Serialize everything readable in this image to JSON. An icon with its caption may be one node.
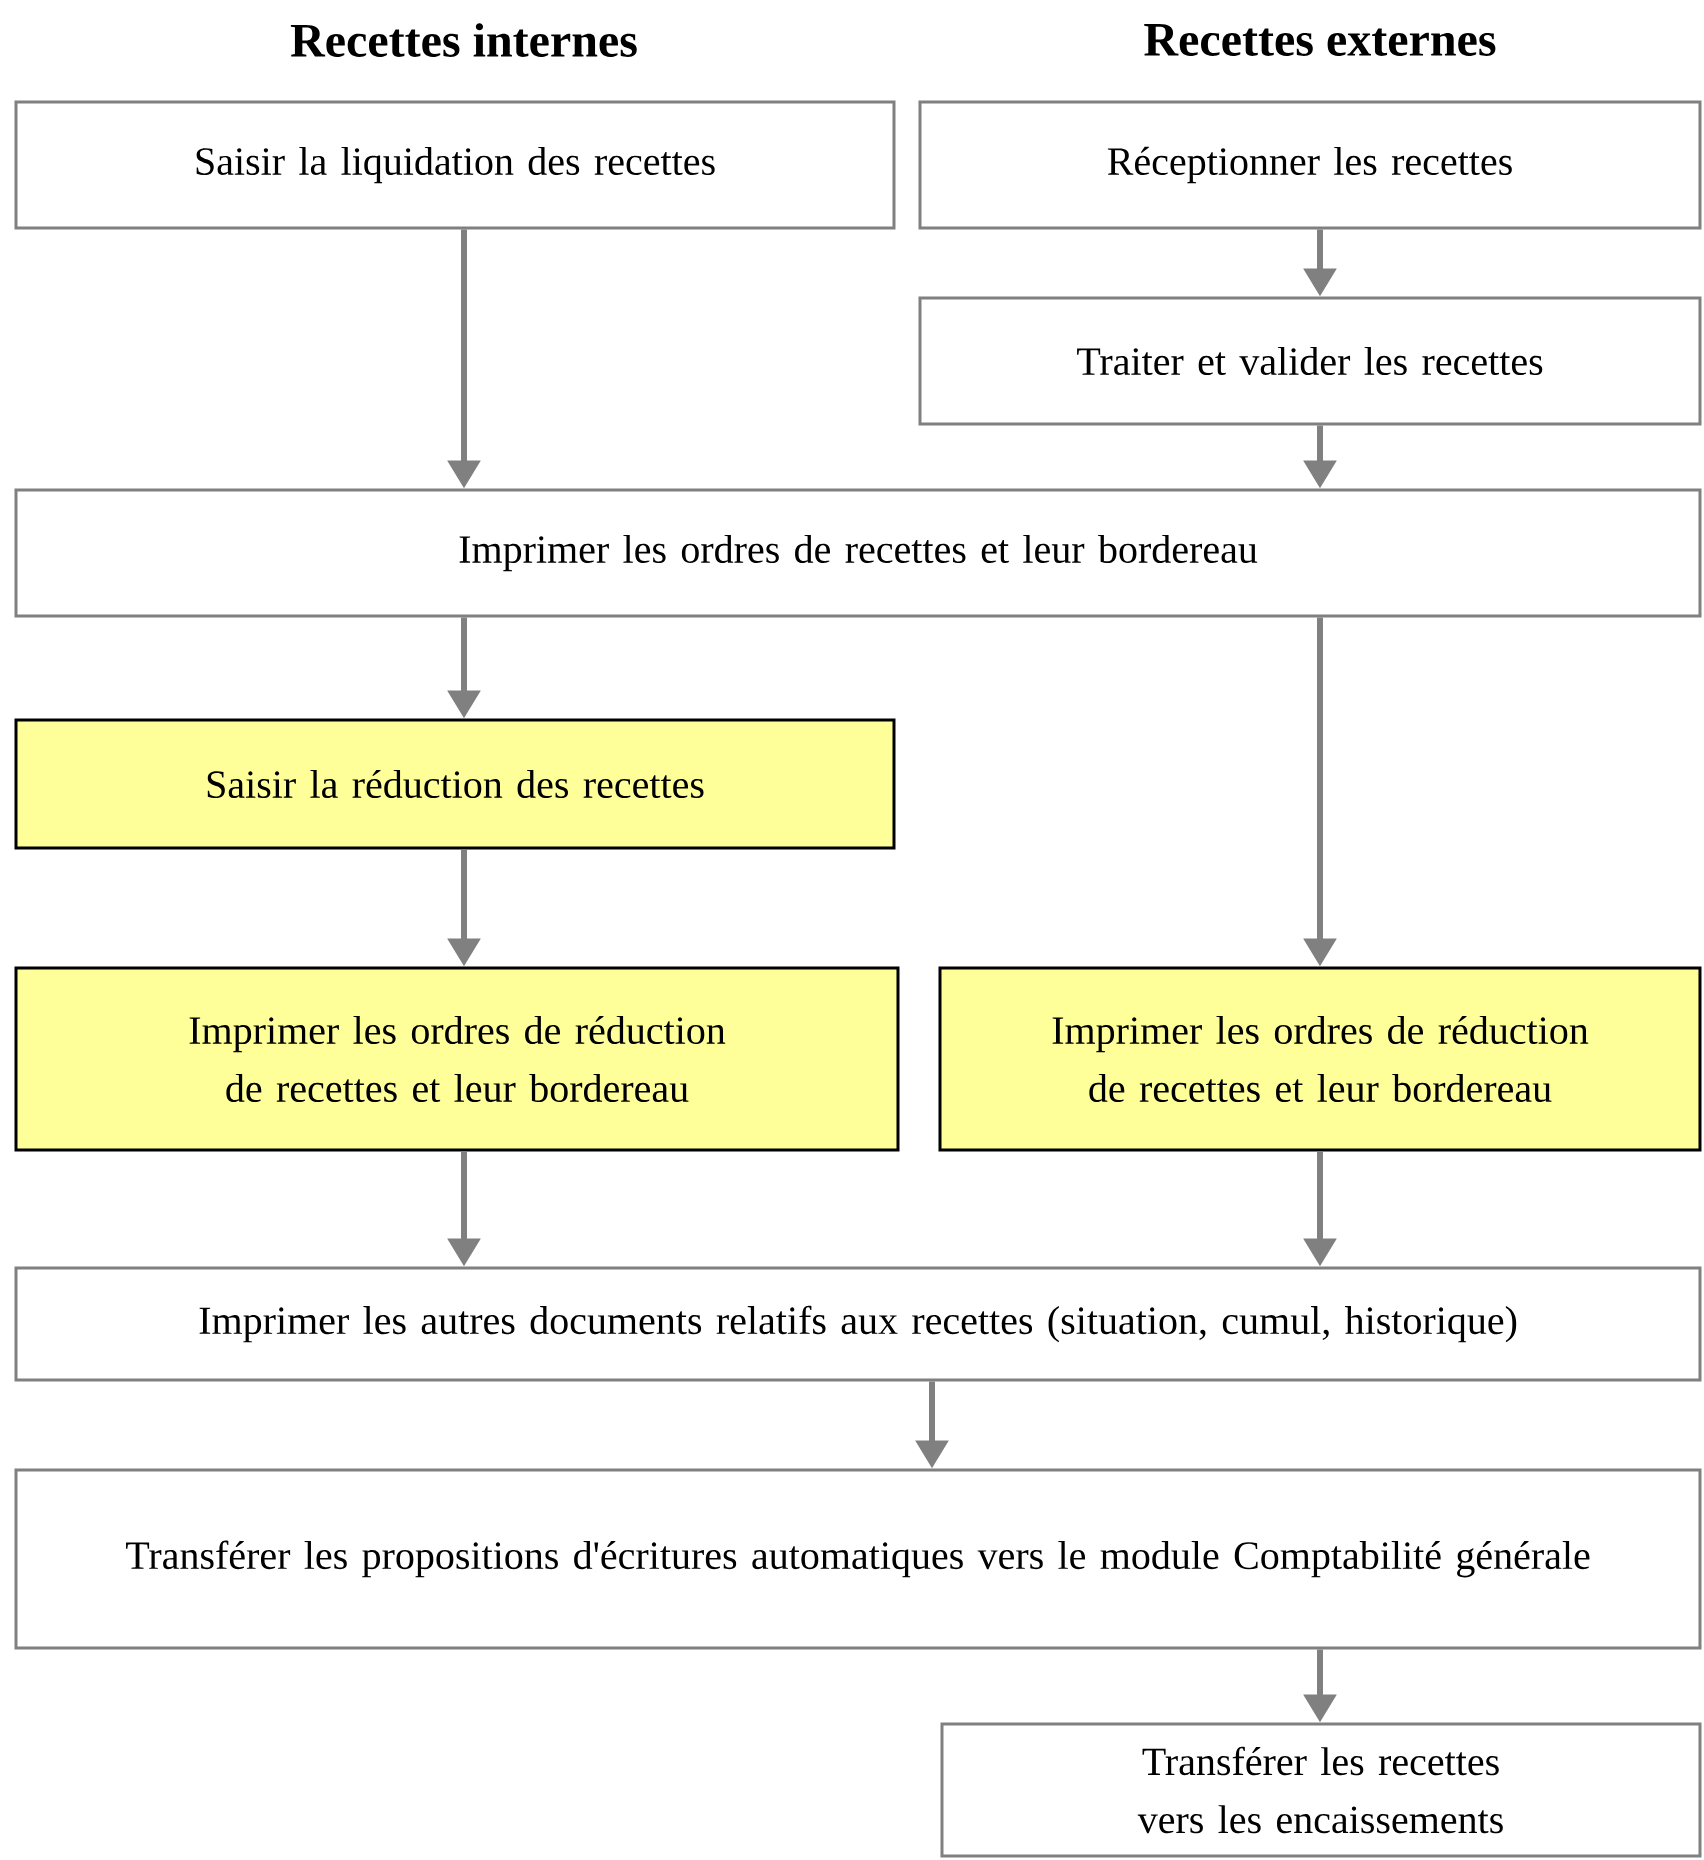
{
  "diagram": {
    "nodes": [
      {
        "text": [
          "Saisir la liquidation des recettes"
        ]
      },
      {
        "text": [
          "Réceptionner les recettes"
        ]
      },
      {
        "text": [
          "Traiter et valider les recettes"
        ]
      },
      {
        "text": [
          "Imprimer les ordres de recettes et leur bordereau"
        ]
      },
      {
        "text": [
          "Saisir la réduction des recettes"
        ]
      },
      {
        "text": [
          "Imprimer les ordres de réduction de recettes et leur bordereau"
        ]
      },
      {
        "text": [
          "Imprimer les ordres de réduction de recettes et leur bordereau"
        ]
      },
      {
        "text": [
          "Imprimer les autres documents relatifs aux recettes (situation, cumul, historique)"
        ]
      },
      {
        "text": [
          "Transférer les propositions d'écritures automatiques vers le module Comptabilité générale"
        ]
      },
      {
        "text": [
          "Transférer les recettes vers les encaissements"
        ]
      }
    ],
    "edges": [
      {
        "from": 0,
        "to": 3,
        "arrow": "to"
      },
      {
        "from": 1,
        "to": 2,
        "arrow": "to"
      },
      {
        "from": 2,
        "to": 3,
        "arrow": "to"
      },
      {
        "from": 3,
        "to": 4,
        "arrow": "to"
      },
      {
        "from": 3,
        "to": 6,
        "arrow": "to"
      },
      {
        "from": 4,
        "to": 5,
        "arrow": "to"
      },
      {
        "from": 5,
        "to": 7,
        "arrow": "to"
      },
      {
        "from": 6,
        "to": 7,
        "arrow": "to"
      },
      {
        "from": 7,
        "to": 8,
        "arrow": "to"
      },
      {
        "from": 8,
        "to": 9,
        "arrow": "to"
      }
    ],
    "labels": [
      "Recettes internes",
      "Recettes externes"
    ]
  }
}
